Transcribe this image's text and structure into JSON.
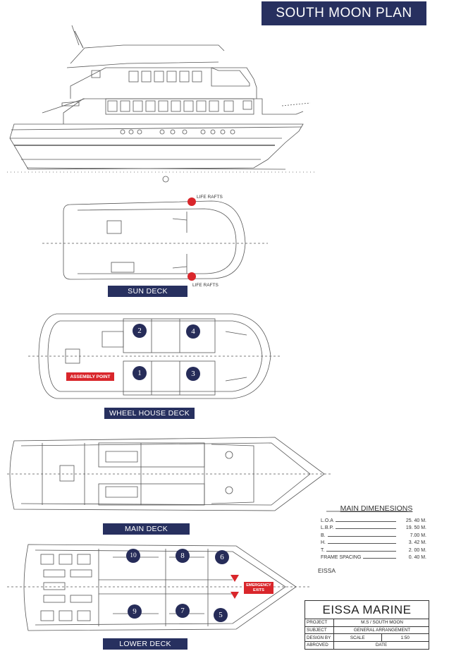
{
  "title": "SOUTH MOON PLAN",
  "decks": {
    "sun": "SUN DECK",
    "wheelhouse": "WHEEL HOUSE DECK",
    "main": "MAIN DECK",
    "lower": "LOWER DECK"
  },
  "life_rafts": [
    "LIFE RAFTS",
    "LIFE RAFTS"
  ],
  "assembly_point": "ASSEMBLY POINT",
  "emergency_exits": [
    "EMERGENCY",
    "EXITS"
  ],
  "cabins": {
    "wheelhouse": [
      "1",
      "2",
      "3",
      "4"
    ],
    "lower": [
      "5",
      "6",
      "7",
      "8",
      "9",
      "10"
    ]
  },
  "dimensions": {
    "title": "MAIN DIMENESIONS",
    "rows": [
      {
        "key": "L.O.A",
        "value": "25. 40 M."
      },
      {
        "key": "L.B.P.",
        "value": "19. 50 M."
      },
      {
        "key": "B.",
        "value": "7.00 M."
      },
      {
        "key": "H.",
        "value": "3. 42 M."
      },
      {
        "key": "T.",
        "value": "2. 00 M."
      },
      {
        "key": "FRAME SPACING",
        "value": "0. 40 M."
      }
    ]
  },
  "designer": "EISSA",
  "title_block": {
    "name": "EISSA MARINE",
    "project_label": "PROJECT",
    "project": "M.S / SOUTH MOON",
    "subject_label": "SUBJECT",
    "subject": "GENERAL ARRANGEMENT",
    "design_label": "DESIGN BY",
    "scale_label": "SCALE",
    "scale": "1:50",
    "approved_label": "ABROVED",
    "date_label": "DATE"
  },
  "colors": {
    "navy": "#27305f",
    "red": "#d9262b",
    "line": "#555555"
  }
}
